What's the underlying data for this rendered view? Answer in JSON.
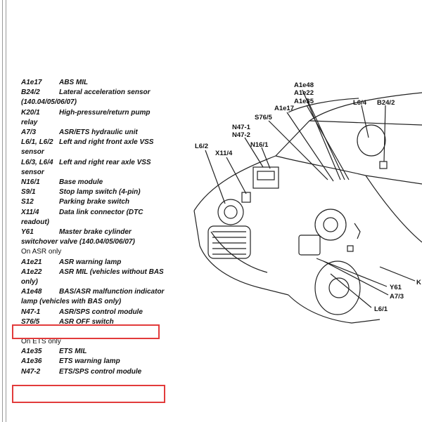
{
  "legend": {
    "items": [
      {
        "code": "A1e17",
        "desc": "ABS MIL"
      },
      {
        "code": "B24/2",
        "desc": "Lateral acceleration sensor (140.04/05/06/07)"
      },
      {
        "code": "K20/1",
        "desc": "High-pressure/return pump relay"
      },
      {
        "code": "A7/3",
        "desc": "ASR/ETS hydraulic unit"
      },
      {
        "code": "L6/1, L6/2",
        "desc": "Left and right front axle VSS sensor"
      },
      {
        "code": "L6/3, L6/4",
        "desc": "Left and right rear axle VSS sensor"
      },
      {
        "code": "N16/1",
        "desc": "Base module"
      },
      {
        "code": "S9/1",
        "desc": "Stop lamp switch (4-pin)"
      },
      {
        "code": "S12",
        "desc": "Parking brake switch"
      },
      {
        "code": "X11/4",
        "desc": "Data link connector (DTC readout)"
      },
      {
        "code": "Y61",
        "desc": "Master brake cylinder switchover valve (140.04/05/06/07)"
      }
    ],
    "asr_heading": "On ASR only",
    "asr_items": [
      {
        "code": "A1e21",
        "desc": "ASR warning lamp"
      },
      {
        "code": "A1e22",
        "desc": "ASR MIL (vehicles without BAS only)"
      },
      {
        "code": "A1e48",
        "desc": "BAS/ASR malfunction indicator lamp (vehicles with BAS only)"
      },
      {
        "code": "N47-1",
        "desc": "ASR/SPS control module"
      },
      {
        "code": "S76/5",
        "desc": "ASR OFF switch"
      }
    ],
    "ets_heading": "On ETS only",
    "ets_items": [
      {
        "code": "A1e35",
        "desc": "ETS MIL"
      },
      {
        "code": "A1e36",
        "desc": "ETS warning lamp"
      },
      {
        "code": "N47-2",
        "desc": "ETS/SPS control module"
      }
    ]
  },
  "diagram_labels": {
    "a1e48": "A1e48",
    "a1e22": "A1e22",
    "a1e35": "A1e35",
    "a1e17": "A1e17",
    "s76_5": "S76/5",
    "n47_1": "N47-1",
    "n47_2": "N47-2",
    "n16_1": "N16/1",
    "l6_4": "L6/4",
    "b24_2": "B24/2",
    "l6_2": "L6/2",
    "x11_4": "X11/4",
    "y61": "Y61",
    "a7_3": "A7/3",
    "l6_1": "L6/1",
    "k_cut": "K"
  },
  "colors": {
    "highlight": "#e23b3b",
    "frame": "#9a9a9a"
  }
}
